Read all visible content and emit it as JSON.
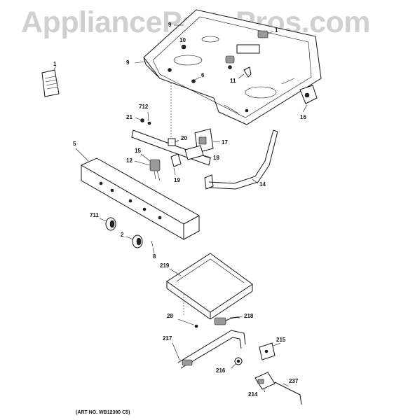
{
  "watermark": "AppliancePartsPros.com",
  "art_number": "(ART NO. WB12390 C5)",
  "callouts": {
    "c1_manual": "1",
    "c1_top": "1",
    "c2": "2",
    "c5": "5",
    "c6": "6",
    "c8": "8",
    "c9_left": "9",
    "c9_top": "9",
    "c10": "10",
    "c11": "11",
    "c12": "12",
    "c14": "14",
    "c15": "15",
    "c16": "16",
    "c17": "17",
    "c18": "18",
    "c19": "19",
    "c20": "20",
    "c21": "21",
    "c28": "28",
    "c214": "214",
    "c215": "215",
    "c216": "216",
    "c217": "217",
    "c218": "218",
    "c219": "219",
    "c237": "237",
    "c711": "711",
    "c712": "712"
  }
}
